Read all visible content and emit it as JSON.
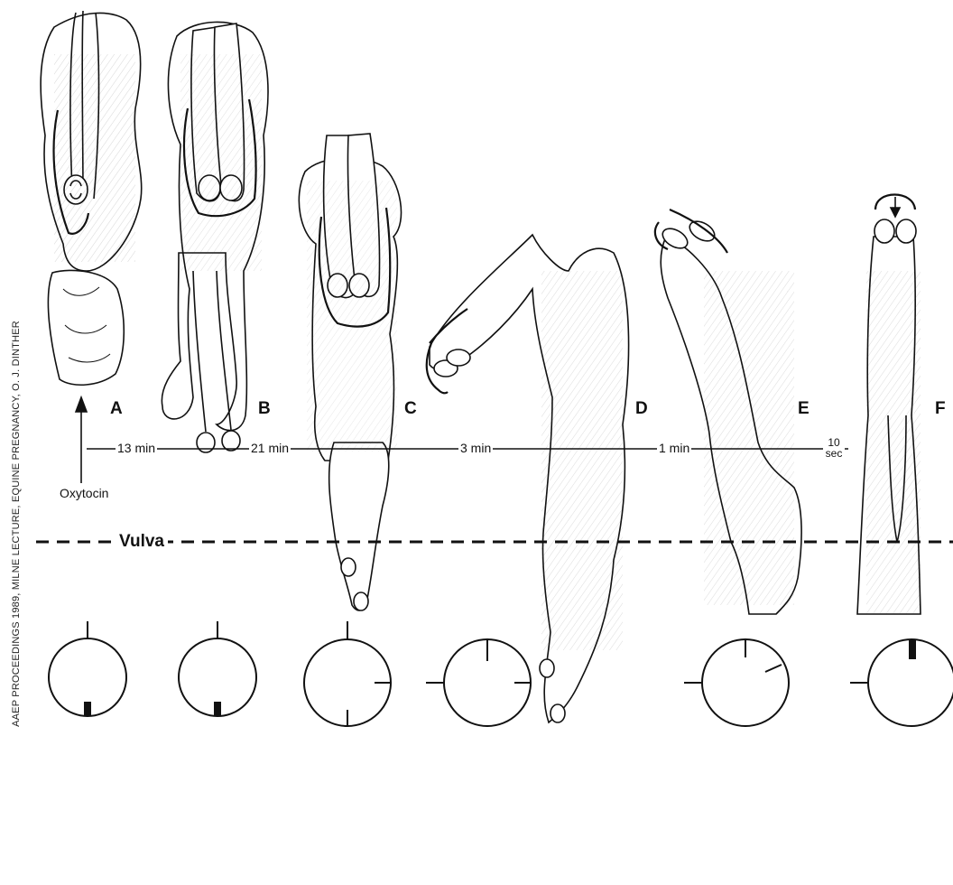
{
  "caption": "AAEP PROCEEDINGS 1989, MILNE LECTURE, EQUINE PREGNANCY, O. J. DINTHER",
  "vulva_label": "Vulva",
  "oxytocin_label": "Oxytocin",
  "stages": [
    {
      "label": "A"
    },
    {
      "label": "B"
    },
    {
      "label": "C"
    },
    {
      "label": "D"
    },
    {
      "label": "E"
    },
    {
      "label": "F"
    }
  ],
  "intervals": [
    {
      "text": "13 min"
    },
    {
      "text": "21 min"
    },
    {
      "text": "3 min"
    },
    {
      "text": "1 min"
    },
    {
      "text": "10",
      "text2": "sec"
    }
  ]
}
